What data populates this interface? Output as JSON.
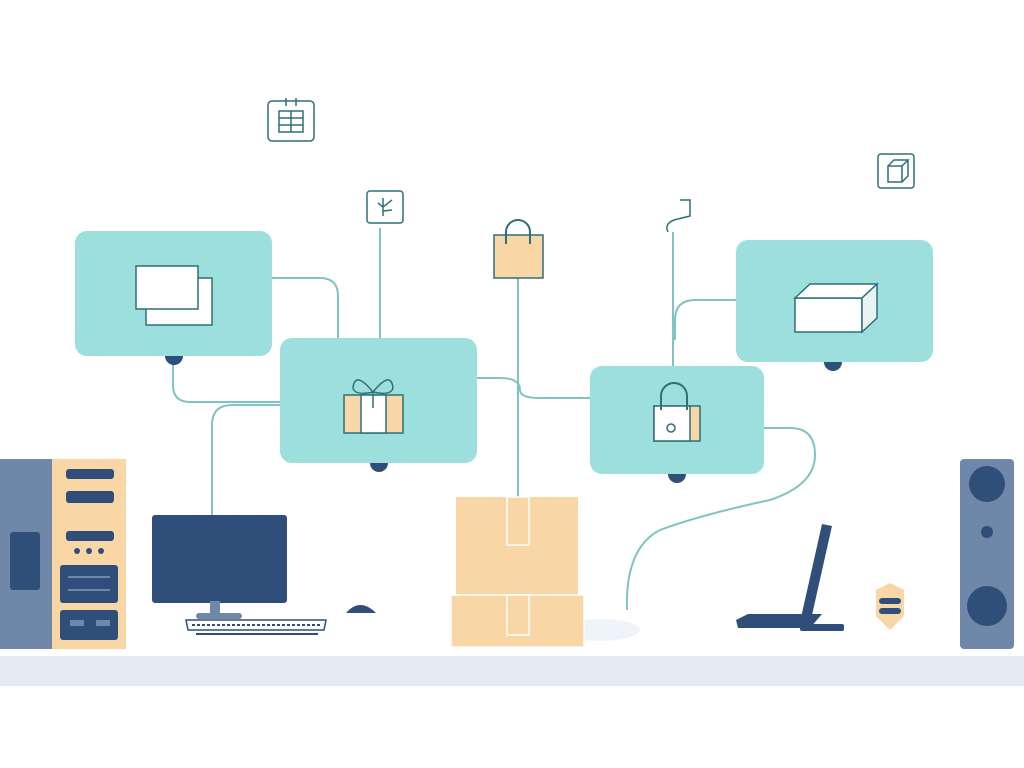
{
  "scene": {
    "description_free": true,
    "colors": {
      "background": "#ffffff",
      "panel": "#9ddfdc",
      "line": "#7fc3c3",
      "navy": "#2f4f7a",
      "navy_light": "#6f87a8",
      "peach": "#f8d6a6",
      "peach_dark": "#e7b98a",
      "shelf": "#e4ebf3",
      "icon_outline": "#2f6f79"
    },
    "panels": [
      {
        "id": "panel-documents",
        "icon": "stacked-cards-icon"
      },
      {
        "id": "panel-gift",
        "icon": "gift-box-icon"
      },
      {
        "id": "panel-lock-bag",
        "icon": "locked-bag-icon"
      },
      {
        "id": "panel-package",
        "icon": "package-box-icon"
      }
    ],
    "floating_icons": [
      "calendar-icon",
      "plant-icon",
      "shopping-bag-icon",
      "music-note-icon",
      "cube-icon"
    ],
    "devices": [
      "server-tower-left",
      "desktop-monitor",
      "keyboard",
      "mouse",
      "cardboard-boxes",
      "laptop",
      "hexagon-badge-icon",
      "speaker-right"
    ]
  }
}
